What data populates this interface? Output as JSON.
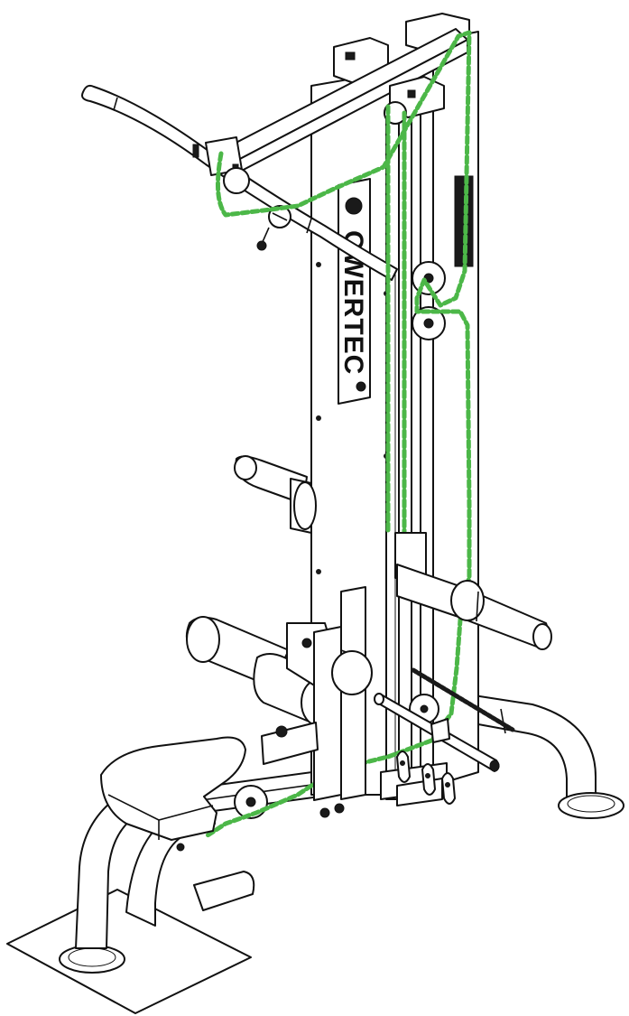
{
  "brand": {
    "logo_text": "OWERTEC"
  },
  "colors": {
    "cable": "#4cb748",
    "outline": "#111111",
    "fill": "#ffffff",
    "accent_dark": "#1a1a1a"
  },
  "parts": [
    "lat-pulldown-bar",
    "main-tower",
    "cable-path",
    "pulleys",
    "weight-horn",
    "leg-roller-pads",
    "seat",
    "base-frame",
    "floor-plate",
    "straight-bar-attachment",
    "chain",
    "carabiners"
  ]
}
